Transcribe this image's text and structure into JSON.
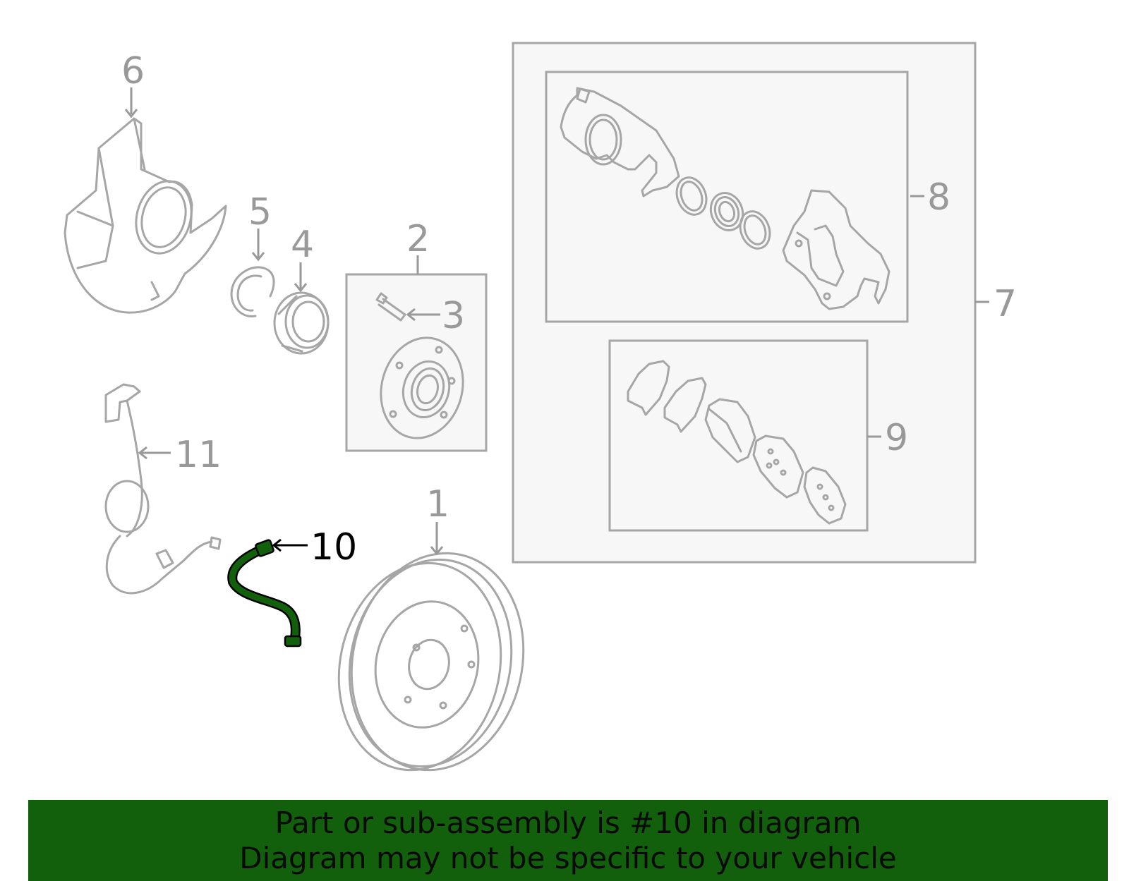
{
  "callouts": {
    "c1": "1",
    "c2": "2",
    "c3": "3",
    "c4": "4",
    "c5": "5",
    "c6": "6",
    "c7": "7",
    "c8": "8",
    "c9": "9",
    "c10": "10",
    "c11": "11"
  },
  "highlighted_part": "10",
  "colors": {
    "highlight": "#12600c",
    "line_art": "#a6a6a6",
    "callout_text": "#999999",
    "banner_bg": "#12600c"
  },
  "banner": {
    "line1": "Part or sub-assembly is #10 in diagram",
    "line2": "Diagram may not be specific to your vehicle"
  }
}
